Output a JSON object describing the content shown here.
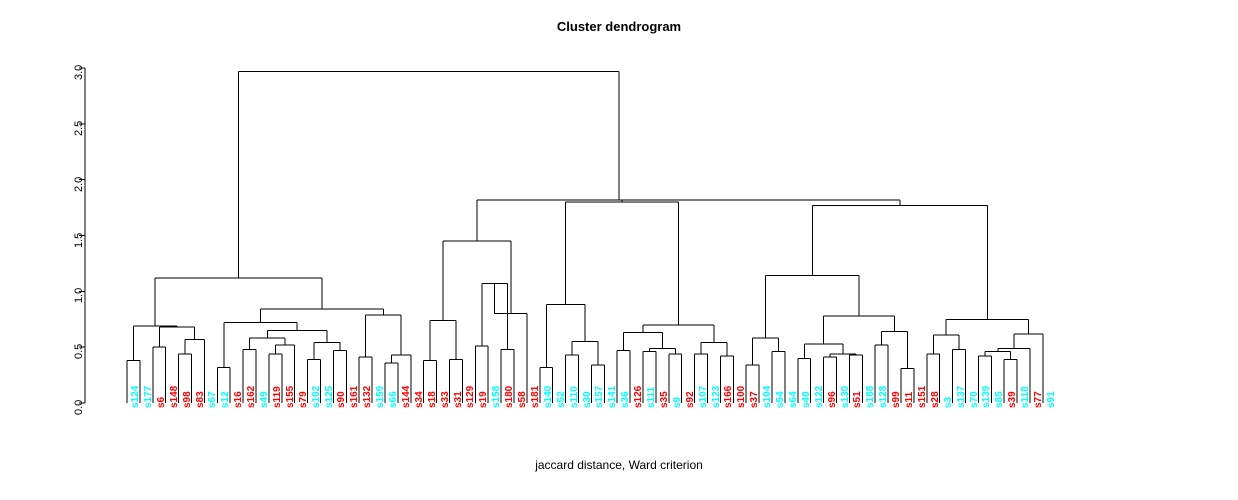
{
  "chart_data": {
    "type": "dendrogram",
    "title": "Cluster dendrogram",
    "xlabel": "jaccard distance, Ward criterion",
    "ylabel": "",
    "ylim": [
      0.0,
      3.0
    ],
    "yticks": [
      "0.0",
      "0.5",
      "1.0",
      "1.5",
      "2.0",
      "2.5",
      "3.0"
    ],
    "ytick_values": [
      0.0,
      0.5,
      1.0,
      1.5,
      2.0,
      2.5,
      3.0
    ],
    "grid": false,
    "legend": "none",
    "colors": {
      "group_cyan": "#00FFFF",
      "group_red": "#FF0000",
      "branch": "#000000",
      "axis": "#000000"
    },
    "leaves": [
      {
        "label": "s124",
        "color": "#00FFFF"
      },
      {
        "label": "s177",
        "color": "#00FFFF"
      },
      {
        "label": "s6",
        "color": "#FF0000"
      },
      {
        "label": "s148",
        "color": "#FF0000"
      },
      {
        "label": "s98",
        "color": "#FF0000"
      },
      {
        "label": "s83",
        "color": "#FF0000"
      },
      {
        "label": "s67",
        "color": "#00FFFF"
      },
      {
        "label": "s12",
        "color": "#00FFFF"
      },
      {
        "label": "s16",
        "color": "#FF0000"
      },
      {
        "label": "s162",
        "color": "#FF0000"
      },
      {
        "label": "s49",
        "color": "#00FFFF"
      },
      {
        "label": "s119",
        "color": "#FF0000"
      },
      {
        "label": "s155",
        "color": "#FF0000"
      },
      {
        "label": "s79",
        "color": "#FF0000"
      },
      {
        "label": "s102",
        "color": "#00FFFF"
      },
      {
        "label": "s125",
        "color": "#00FFFF"
      },
      {
        "label": "s90",
        "color": "#FF0000"
      },
      {
        "label": "s161",
        "color": "#FF0000"
      },
      {
        "label": "s132",
        "color": "#FF0000"
      },
      {
        "label": "s159",
        "color": "#00FFFF"
      },
      {
        "label": "s66",
        "color": "#00FFFF"
      },
      {
        "label": "s144",
        "color": "#FF0000"
      },
      {
        "label": "s34",
        "color": "#FF0000"
      },
      {
        "label": "s18",
        "color": "#FF0000"
      },
      {
        "label": "s33",
        "color": "#FF0000"
      },
      {
        "label": "s31",
        "color": "#FF0000"
      },
      {
        "label": "s129",
        "color": "#FF0000"
      },
      {
        "label": "s19",
        "color": "#FF0000"
      },
      {
        "label": "s158",
        "color": "#00FFFF"
      },
      {
        "label": "s180",
        "color": "#FF0000"
      },
      {
        "label": "s58",
        "color": "#FF0000"
      },
      {
        "label": "s181",
        "color": "#FF0000"
      },
      {
        "label": "s140",
        "color": "#00FFFF"
      },
      {
        "label": "s52",
        "color": "#00FFFF"
      },
      {
        "label": "s110",
        "color": "#00FFFF"
      },
      {
        "label": "s30",
        "color": "#00FFFF"
      },
      {
        "label": "s157",
        "color": "#00FFFF"
      },
      {
        "label": "s141",
        "color": "#00FFFF"
      },
      {
        "label": "s36",
        "color": "#00FFFF"
      },
      {
        "label": "s126",
        "color": "#FF0000"
      },
      {
        "label": "s111",
        "color": "#00FFFF"
      },
      {
        "label": "s35",
        "color": "#FF0000"
      },
      {
        "label": "s9",
        "color": "#00FFFF"
      },
      {
        "label": "s92",
        "color": "#FF0000"
      },
      {
        "label": "s107",
        "color": "#00FFFF"
      },
      {
        "label": "s123",
        "color": "#00FFFF"
      },
      {
        "label": "s166",
        "color": "#FF0000"
      },
      {
        "label": "s100",
        "color": "#FF0000"
      },
      {
        "label": "s37",
        "color": "#FF0000"
      },
      {
        "label": "s104",
        "color": "#00FFFF"
      },
      {
        "label": "s54",
        "color": "#00FFFF"
      },
      {
        "label": "s64",
        "color": "#00FFFF"
      },
      {
        "label": "s40",
        "color": "#00FFFF"
      },
      {
        "label": "s122",
        "color": "#00FFFF"
      },
      {
        "label": "s96",
        "color": "#FF0000"
      },
      {
        "label": "s130",
        "color": "#00FFFF"
      },
      {
        "label": "s51",
        "color": "#FF0000"
      },
      {
        "label": "s188",
        "color": "#00FFFF"
      },
      {
        "label": "s128",
        "color": "#00FFFF"
      },
      {
        "label": "s99",
        "color": "#FF0000"
      },
      {
        "label": "s11",
        "color": "#FF0000"
      },
      {
        "label": "s151",
        "color": "#FF0000"
      },
      {
        "label": "s28",
        "color": "#FF0000"
      },
      {
        "label": "s3",
        "color": "#00FFFF"
      },
      {
        "label": "s137",
        "color": "#00FFFF"
      },
      {
        "label": "s70",
        "color": "#00FFFF"
      },
      {
        "label": "s139",
        "color": "#00FFFF"
      },
      {
        "label": "s85",
        "color": "#00FFFF"
      },
      {
        "label": "s39",
        "color": "#FF0000"
      },
      {
        "label": "s118",
        "color": "#00FFFF"
      },
      {
        "label": "s77",
        "color": "#FF0000"
      },
      {
        "label": "s91",
        "color": "#00FFFF"
      }
    ],
    "merges": [
      {
        "id": "m1",
        "left": {
          "leaf": 0
        },
        "right": {
          "leaf": 1
        },
        "height": 0.38
      },
      {
        "id": "m2",
        "left": {
          "leaf": 2
        },
        "right": {
          "leaf": 3
        },
        "height": 0.5
      },
      {
        "id": "m3",
        "left": {
          "leaf": 4
        },
        "right": {
          "leaf": 5
        },
        "height": 0.44
      },
      {
        "id": "m4",
        "left": {
          "node": "m3"
        },
        "right": {
          "leaf": 6
        },
        "height": 0.57
      },
      {
        "id": "m5",
        "left": {
          "node": "m2"
        },
        "right": {
          "node": "m4"
        },
        "height": 0.68
      },
      {
        "id": "m6",
        "left": {
          "node": "m1"
        },
        "right": {
          "node": "m5"
        },
        "height": 0.69
      },
      {
        "id": "m7",
        "left": {
          "leaf": 7
        },
        "right": {
          "leaf": 8
        },
        "height": 0.32
      },
      {
        "id": "m8",
        "left": {
          "leaf": 9
        },
        "right": {
          "leaf": 10
        },
        "height": 0.48
      },
      {
        "id": "m9",
        "left": {
          "leaf": 11
        },
        "right": {
          "leaf": 12
        },
        "height": 0.44
      },
      {
        "id": "m10",
        "left": {
          "node": "m9"
        },
        "right": {
          "leaf": 13
        },
        "height": 0.52
      },
      {
        "id": "m11",
        "left": {
          "node": "m8"
        },
        "right": {
          "node": "m10"
        },
        "height": 0.58
      },
      {
        "id": "m12",
        "left": {
          "leaf": 14
        },
        "right": {
          "leaf": 15
        },
        "height": 0.39
      },
      {
        "id": "m13",
        "left": {
          "leaf": 16
        },
        "right": {
          "leaf": 17
        },
        "height": 0.47
      },
      {
        "id": "m14",
        "left": {
          "node": "m12"
        },
        "right": {
          "node": "m13"
        },
        "height": 0.54
      },
      {
        "id": "m15",
        "left": {
          "node": "m11"
        },
        "right": {
          "node": "m14"
        },
        "height": 0.65
      },
      {
        "id": "m16",
        "left": {
          "node": "m7"
        },
        "right": {
          "node": "m15"
        },
        "height": 0.72
      },
      {
        "id": "m17",
        "left": {
          "leaf": 18
        },
        "right": {
          "leaf": 19
        },
        "height": 0.41
      },
      {
        "id": "m18",
        "left": {
          "leaf": 20
        },
        "right": {
          "leaf": 21
        },
        "height": 0.36
      },
      {
        "id": "m19",
        "left": {
          "node": "m18"
        },
        "right": {
          "leaf": 22
        },
        "height": 0.43
      },
      {
        "id": "m20",
        "left": {
          "node": "m17"
        },
        "right": {
          "node": "m19"
        },
        "height": 0.79
      },
      {
        "id": "m21",
        "left": {
          "node": "m16"
        },
        "right": {
          "node": "m20"
        },
        "height": 0.84
      },
      {
        "id": "m22",
        "left": {
          "node": "m6"
        },
        "right": {
          "node": "m21"
        },
        "height": 1.12
      },
      {
        "id": "m23",
        "left": {
          "leaf": 23
        },
        "right": {
          "leaf": 24
        },
        "height": 0.38
      },
      {
        "id": "m24",
        "left": {
          "leaf": 25
        },
        "right": {
          "leaf": 26
        },
        "height": 0.39
      },
      {
        "id": "m25",
        "left": {
          "node": "m23"
        },
        "right": {
          "node": "m24"
        },
        "height": 0.74
      },
      {
        "id": "m26",
        "left": {
          "leaf": 27
        },
        "right": {
          "leaf": 28
        },
        "height": 0.51
      },
      {
        "id": "m27",
        "left": {
          "leaf": 29
        },
        "right": {
          "leaf": 30
        },
        "height": 0.48
      },
      {
        "id": "m28",
        "left": {
          "node": "m26"
        },
        "right": {
          "node": "m27"
        },
        "height": 1.07
      },
      {
        "id": "m29",
        "left": {
          "node": "m28"
        },
        "right": {
          "leaf": 31
        },
        "height": 0.8
      },
      {
        "id": "m30",
        "left": {
          "node": "m25"
        },
        "right": {
          "node": "m29"
        },
        "height": 1.45
      },
      {
        "id": "m31",
        "left": {
          "leaf": 32
        },
        "right": {
          "leaf": 33
        },
        "height": 0.32
      },
      {
        "id": "m32",
        "left": {
          "leaf": 34
        },
        "right": {
          "leaf": 35
        },
        "height": 0.43
      },
      {
        "id": "m33",
        "left": {
          "leaf": 36
        },
        "right": {
          "leaf": 37
        },
        "height": 0.34
      },
      {
        "id": "m34",
        "left": {
          "node": "m32"
        },
        "right": {
          "node": "m33"
        },
        "height": 0.55
      },
      {
        "id": "m35",
        "left": {
          "node": "m31"
        },
        "right": {
          "node": "m34"
        },
        "height": 0.88
      },
      {
        "id": "m36",
        "left": {
          "leaf": 38
        },
        "right": {
          "leaf": 39
        },
        "height": 0.47
      },
      {
        "id": "m37",
        "left": {
          "leaf": 40
        },
        "right": {
          "leaf": 41
        },
        "height": 0.46
      },
      {
        "id": "m38",
        "left": {
          "leaf": 42
        },
        "right": {
          "leaf": 43
        },
        "height": 0.44
      },
      {
        "id": "m39",
        "left": {
          "node": "m37"
        },
        "right": {
          "node": "m38"
        },
        "height": 0.49
      },
      {
        "id": "m40",
        "left": {
          "node": "m36"
        },
        "right": {
          "node": "m39"
        },
        "height": 0.63
      },
      {
        "id": "m41",
        "left": {
          "leaf": 44
        },
        "right": {
          "leaf": 45
        },
        "height": 0.44
      },
      {
        "id": "m42",
        "left": {
          "leaf": 46
        },
        "right": {
          "leaf": 47
        },
        "height": 0.42
      },
      {
        "id": "m43",
        "left": {
          "node": "m41"
        },
        "right": {
          "node": "m42"
        },
        "height": 0.54
      },
      {
        "id": "m44",
        "left": {
          "node": "m40"
        },
        "right": {
          "node": "m43"
        },
        "height": 0.7
      },
      {
        "id": "m45",
        "left": {
          "node": "m35"
        },
        "right": {
          "node": "m44"
        },
        "height": 1.8
      },
      {
        "id": "m46",
        "left": {
          "leaf": 48
        },
        "right": {
          "leaf": 49
        },
        "height": 0.34
      },
      {
        "id": "m47",
        "left": {
          "leaf": 50
        },
        "right": {
          "leaf": 51
        },
        "height": 0.46
      },
      {
        "id": "m48",
        "left": {
          "node": "m46"
        },
        "right": {
          "node": "m47"
        },
        "height": 0.58
      },
      {
        "id": "m49",
        "left": {
          "leaf": 52
        },
        "right": {
          "leaf": 53
        },
        "height": 0.4
      },
      {
        "id": "m50",
        "left": {
          "leaf": 54
        },
        "right": {
          "leaf": 55
        },
        "height": 0.41
      },
      {
        "id": "m51",
        "left": {
          "leaf": 56
        },
        "right": {
          "leaf": 57
        },
        "height": 0.43
      },
      {
        "id": "m52",
        "left": {
          "node": "m50"
        },
        "right": {
          "node": "m51"
        },
        "height": 0.44
      },
      {
        "id": "m53",
        "left": {
          "node": "m49"
        },
        "right": {
          "node": "m52"
        },
        "height": 0.53
      },
      {
        "id": "m54",
        "left": {
          "leaf": 58
        },
        "right": {
          "leaf": 59
        },
        "height": 0.52
      },
      {
        "id": "m55",
        "left": {
          "leaf": 60
        },
        "right": {
          "leaf": 61
        },
        "height": 0.31
      },
      {
        "id": "m56",
        "left": {
          "node": "m54"
        },
        "right": {
          "node": "m55"
        },
        "height": 0.64
      },
      {
        "id": "m57",
        "left": {
          "node": "m53"
        },
        "right": {
          "node": "m56"
        },
        "height": 0.78
      },
      {
        "id": "m58",
        "left": {
          "node": "m48"
        },
        "right": {
          "node": "m57"
        },
        "height": 1.14
      },
      {
        "id": "m59",
        "left": {
          "leaf": 62
        },
        "right": {
          "leaf": 63
        },
        "height": 0.44
      },
      {
        "id": "m60",
        "left": {
          "leaf": 64
        },
        "right": {
          "leaf": 65
        },
        "height": 0.48
      },
      {
        "id": "m61",
        "left": {
          "node": "m59"
        },
        "right": {
          "node": "m60"
        },
        "height": 0.61
      },
      {
        "id": "m62",
        "left": {
          "leaf": 66
        },
        "right": {
          "leaf": 67
        },
        "height": 0.42
      },
      {
        "id": "m63",
        "left": {
          "leaf": 68
        },
        "right": {
          "leaf": 69
        },
        "height": 0.39
      },
      {
        "id": "m64",
        "left": {
          "node": "m62"
        },
        "right": {
          "node": "m63"
        },
        "height": 0.46
      },
      {
        "id": "m65",
        "left": {
          "node": "m64"
        },
        "right": {
          "leaf": 70
        },
        "height": 0.49
      },
      {
        "id": "m66",
        "left": {
          "node": "m65"
        },
        "right": {
          "leaf": 71
        },
        "height": 0.62
      },
      {
        "id": "m67",
        "left": {
          "node": "m61"
        },
        "right": {
          "node": "m66"
        },
        "height": 0.75
      },
      {
        "id": "m68",
        "left": {
          "node": "m58"
        },
        "right": {
          "node": "m67"
        },
        "height": 1.77
      },
      {
        "id": "m69",
        "left": {
          "node": "m45"
        },
        "right": {
          "node": "m68"
        },
        "height": 1.82
      },
      {
        "id": "m70",
        "left": {
          "node": "m30"
        },
        "right": {
          "node": "m69"
        },
        "height": 1.82
      },
      {
        "id": "m71",
        "left": {
          "node": "m22"
        },
        "right": {
          "node": "m70"
        },
        "height": 2.97
      }
    ]
  },
  "plot_geometry": {
    "axis_x": 85,
    "axis_top_y": 68,
    "axis_bottom_y": 403,
    "leaf_first_x": 127,
    "leaf_spacing": 12.9,
    "tick_len": 6
  }
}
